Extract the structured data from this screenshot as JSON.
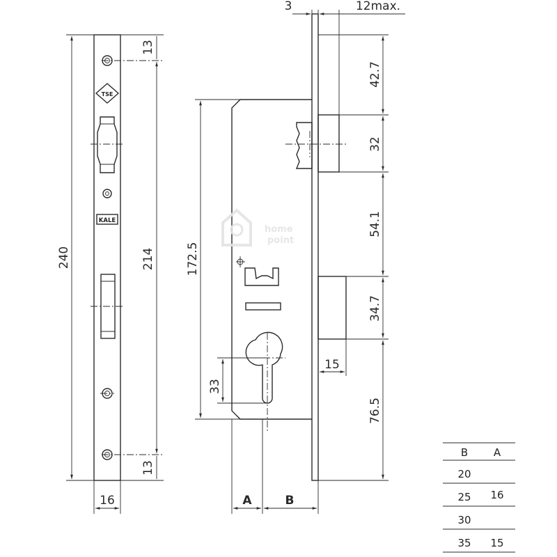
{
  "front_view": {
    "overall_height": "240",
    "screw_spacing": "214",
    "top_offset": "13",
    "bottom_offset": "13",
    "faceplate_width": "16",
    "logo_text": "TSE",
    "brand_text": "KALE"
  },
  "side_view": {
    "faceplate_thickness": "3",
    "bolt_projection": "12max.",
    "top_to_latch": "42.7",
    "latch_height": "32",
    "latch_to_bolt": "54.1",
    "bolt_height": "34.7",
    "bolt_to_bottom": "76.5",
    "body_height": "172.5",
    "cylinder_height": "33",
    "bolt_depth": "15",
    "dim_a": "A",
    "dim_b": "B"
  },
  "watermark": {
    "line1": "home",
    "line2": "point"
  },
  "size_table": {
    "headers": [
      "B",
      "A"
    ],
    "b_values": [
      "20",
      "25",
      "30",
      "35"
    ],
    "a_values": [
      "16",
      "15"
    ]
  }
}
